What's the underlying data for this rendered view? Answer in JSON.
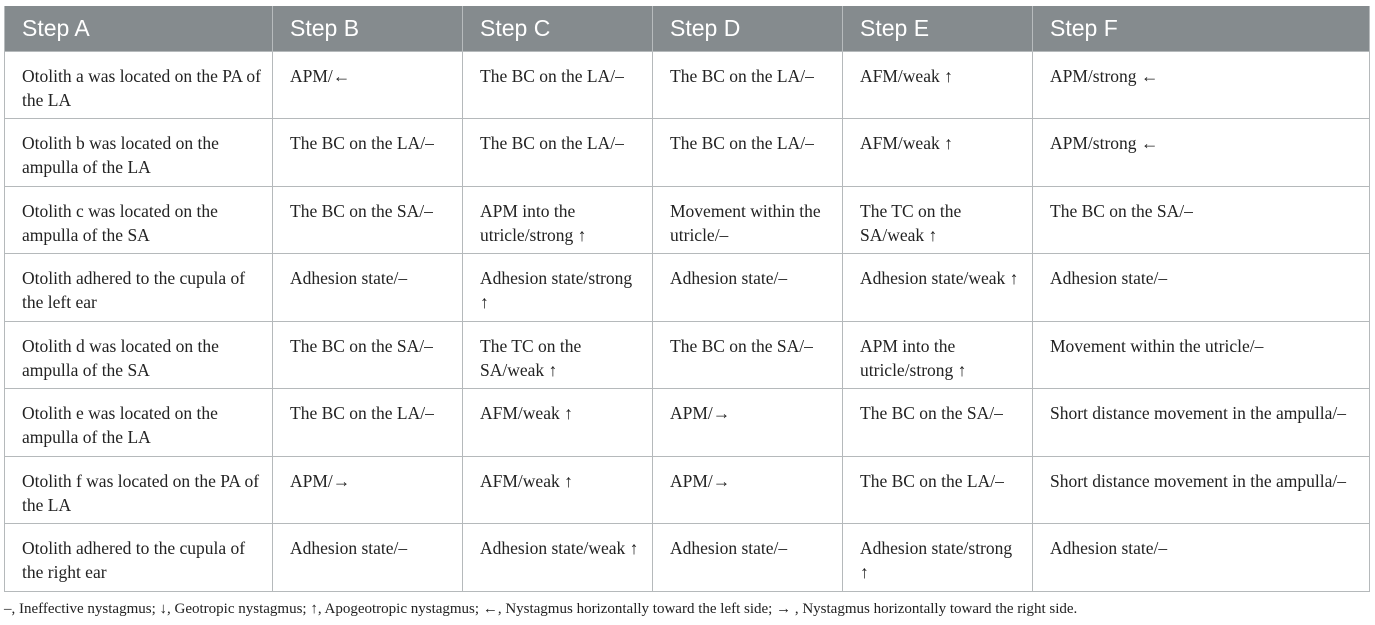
{
  "table": {
    "headers": [
      "Step A",
      "Step B",
      "Step C",
      "Step D",
      "Step E",
      "Step F"
    ],
    "rows": [
      [
        "Otolith a was located on the PA of the LA",
        "APM/←",
        "The BC on the LA/–",
        "The BC on the LA/–",
        "AFM/weak ↑",
        "APM/strong ←"
      ],
      [
        "Otolith b was located on the ampulla of the LA",
        "The BC on the LA/–",
        "The BC on the LA/–",
        "The BC on the LA/–",
        "AFM/weak ↑",
        "APM/strong ←"
      ],
      [
        "Otolith c was located on the ampulla of the SA",
        "The BC on the SA/–",
        "APM into the utricle/strong ↑",
        "Movement within the utricle/–",
        "The TC on the SA/weak ↑",
        "The BC on the SA/–"
      ],
      [
        "Otolith adhered to the cupula of the left ear",
        "Adhesion state/–",
        "Adhesion state/strong ↑",
        "Adhesion state/–",
        "Adhesion state/weak ↑",
        "Adhesion state/–"
      ],
      [
        "Otolith d was located on the ampulla of the SA",
        "The BC on the SA/–",
        "The TC on the SA/weak ↑",
        "The BC on the SA/–",
        "APM into the utricle/strong ↑",
        "Movement within the utricle/–"
      ],
      [
        "Otolith e was located on the ampulla of the LA",
        "The BC on the LA/–",
        "AFM/weak ↑",
        "APM/→",
        "The BC on the SA/–",
        "Short distance movement in the ampulla/–"
      ],
      [
        "Otolith f was located on the PA of the LA",
        "APM/→",
        "AFM/weak ↑",
        "APM/→",
        "The BC on the LA/–",
        "Short distance movement in the ampulla/–"
      ],
      [
        "Otolith adhered to the cupula of the right ear",
        "Adhesion state/–",
        "Adhesion state/weak ↑",
        "Adhesion state/–",
        "Adhesion state/strong ↑",
        "Adhesion state/–"
      ]
    ]
  },
  "footnote": "–, Ineffective nystagmus; ↓, Geotropic nystagmus; ↑, Apogeotropic nystagmus; ←, Nystagmus horizontally toward the left side; → , Nystagmus horizontally toward the right side.",
  "colors": {
    "header_bg": "#858b8e",
    "header_text": "#ffffff",
    "grid": "#b5b9bb"
  }
}
